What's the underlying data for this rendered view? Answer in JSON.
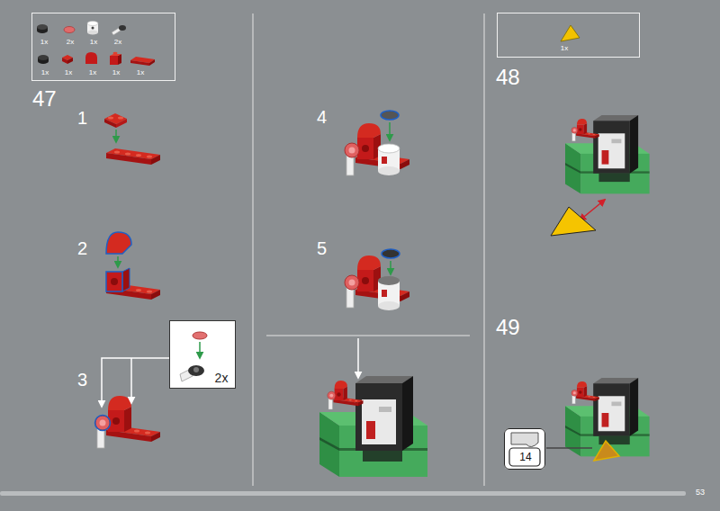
{
  "diagram": {
    "nodes": [
      {
        "text": [
          "1x",
          "2x",
          "1x",
          "2x",
          "1x",
          "1x",
          "1x",
          "1x",
          "1x"
        ]
      },
      {
        "text": [
          "2x"
        ]
      },
      {
        "text": [
          "1x"
        ]
      },
      {
        "text": [
          "14"
        ]
      }
    ],
    "labels": [
      "47",
      "1",
      "2",
      "3",
      "4",
      "5",
      "48",
      "49",
      "53"
    ]
  }
}
